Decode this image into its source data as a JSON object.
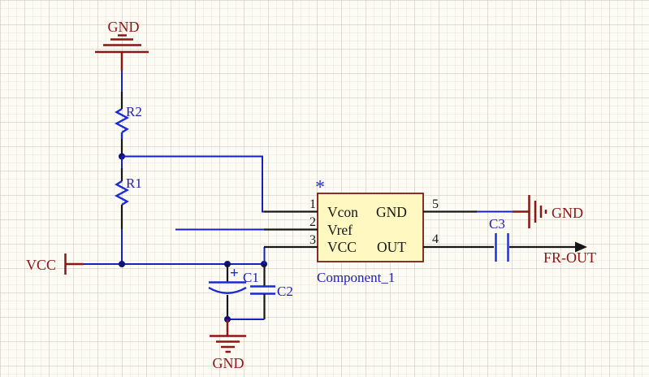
{
  "schematic": {
    "power_ports": {
      "gnd_top": {
        "label": "GND"
      },
      "gnd_bottom": {
        "label": "GND"
      },
      "gnd_right": {
        "label": "GND"
      },
      "vcc": {
        "label": "VCC"
      }
    },
    "net_labels": {
      "fr_out": "FR-OUT"
    },
    "designators": {
      "r1": "R1",
      "r2": "R2",
      "c1": "C1",
      "c2": "C2",
      "c3": "C3"
    },
    "c1_polarity_mark": "+",
    "ic": {
      "name": "Component_1",
      "marker": "*",
      "pins": [
        {
          "number": "1",
          "name": "Vcon"
        },
        {
          "number": "2",
          "name": "Vref"
        },
        {
          "number": "3",
          "name": "VCC"
        },
        {
          "number": "4",
          "name": "OUT"
        },
        {
          "number": "5",
          "name": "GND"
        }
      ]
    },
    "colors": {
      "background": "#FCFBF4",
      "wire_blue": "#1520BE",
      "symbol_blue": "#1B2BD4",
      "label_blue": "#2121A8",
      "power_maroon": "#8B1515",
      "pin_black": "#161616",
      "ic_fill": "#FFF8C0",
      "ic_border": "#7A1A1A",
      "junction_dot": "#10107A"
    }
  }
}
